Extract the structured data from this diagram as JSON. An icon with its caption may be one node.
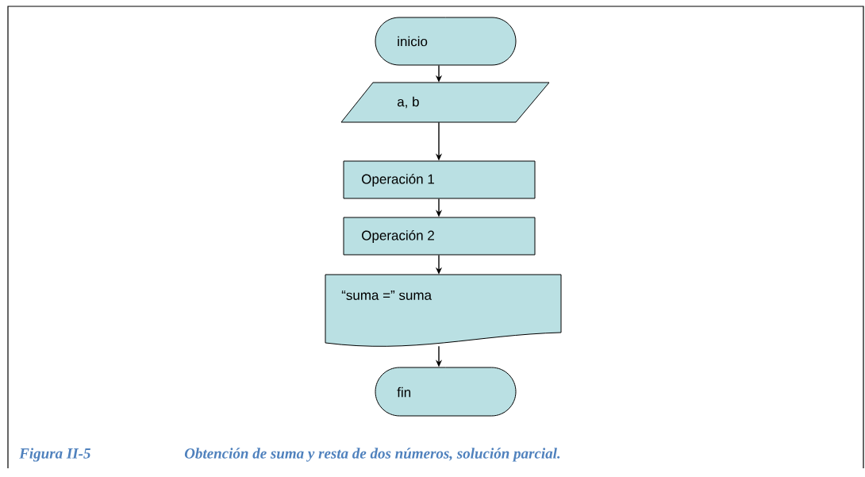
{
  "diagram": {
    "caption": "Figura II-5",
    "nodes": [
      {
        "text": [
          "inicio"
        ]
      },
      {
        "text": [
          "a, b"
        ]
      },
      {
        "text": [
          "Operación 1"
        ]
      },
      {
        "text": [
          "Operación 2"
        ]
      },
      {
        "text": [
          "“suma =” suma"
        ]
      },
      {
        "text": [
          "fin"
        ]
      }
    ],
    "edges": [
      {
        "from": 0,
        "to": 1,
        "arrow": "to"
      },
      {
        "from": 1,
        "to": 2,
        "arrow": "to"
      },
      {
        "from": 2,
        "to": 3,
        "arrow": "to"
      },
      {
        "from": 3,
        "to": 4,
        "arrow": "to"
      },
      {
        "from": 4,
        "to": 5,
        "arrow": "to"
      }
    ],
    "labels": [
      "Obtención de suma y resta de dos números, solución parcial."
    ]
  }
}
